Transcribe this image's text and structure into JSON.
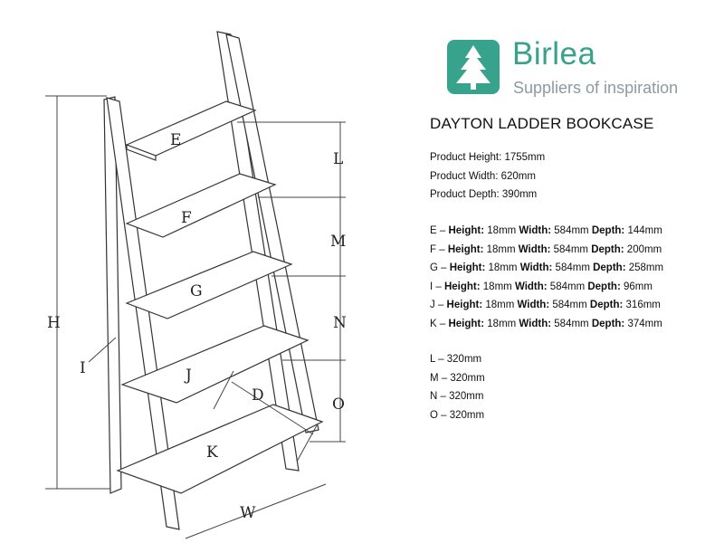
{
  "brand": {
    "name": "Birlea",
    "tagline": "Suppliers of inspiration",
    "color": "#38a38c",
    "logo_icon": "tree-logo-icon"
  },
  "product": {
    "title": "DAYTON LADDER BOOKCASE",
    "overall": [
      "Product Height: 1755mm",
      "Product Width: 620mm",
      "Product Depth: 390mm"
    ],
    "shelves": [
      {
        "id": "E",
        "height": "18mm",
        "width": "584mm",
        "depth": "144mm"
      },
      {
        "id": "F",
        "height": "18mm",
        "width": "584mm",
        "depth": "200mm"
      },
      {
        "id": "G",
        "height": "18mm",
        "width": "584mm",
        "depth": "258mm"
      },
      {
        "id": "I",
        "height": "18mm",
        "width": "584mm",
        "depth": "96mm"
      },
      {
        "id": "J",
        "height": "18mm",
        "width": "584mm",
        "depth": "316mm"
      },
      {
        "id": "K",
        "height": "18mm",
        "width": "584mm",
        "depth": "374mm"
      }
    ],
    "labels": {
      "height": "Height:",
      "width": "Width:",
      "depth": "Depth:"
    },
    "spacings": [
      "L – 320mm",
      "M – 320mm",
      "N – 320mm",
      "O – 320mm"
    ]
  },
  "diagram": {
    "shelf_labels": [
      "E",
      "F",
      "G",
      "J",
      "K"
    ],
    "dimension_labels": {
      "height": "H",
      "spacing_1": "L",
      "spacing_2": "M",
      "spacing_3": "N",
      "spacing_4": "O",
      "depth": "D",
      "width": "W",
      "side": "I"
    }
  }
}
